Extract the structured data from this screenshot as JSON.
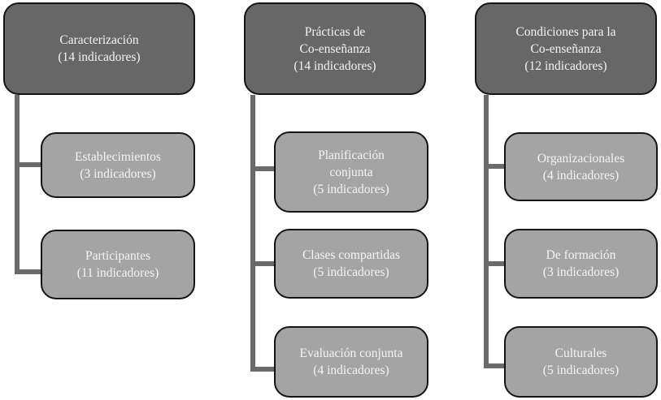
{
  "diagram": {
    "title": "Co-teaching indicators dimensions diagram",
    "colors": {
      "background": "#ffffff",
      "header_fill": "#676767",
      "child_fill": "#a4a4a4",
      "border": "#141414",
      "connector": "#6a6a6a",
      "text": "#f4f4f4"
    },
    "columns": [
      {
        "header": {
          "label": "Caracterización",
          "count": "(14 indicadores)"
        },
        "children": [
          {
            "label": "Establecimientos",
            "count": "(3 indicadores)"
          },
          {
            "label": "Participantes",
            "count": "(11 indicadores)"
          }
        ]
      },
      {
        "header": {
          "label": "Prácticas de\nCo-enseñanza",
          "count": "(14 indicadores)"
        },
        "children": [
          {
            "label": "Planificación\nconjunta",
            "count": "(5 indicadores)"
          },
          {
            "label": "Clases compartidas",
            "count": "(5 indicadores)"
          },
          {
            "label": "Evaluación conjunta",
            "count": "(4 indicadores)"
          }
        ]
      },
      {
        "header": {
          "label": "Condiciones para la\nCo-enseñanza",
          "count": "(12 indicadores)"
        },
        "children": [
          {
            "label": "Organizacionales",
            "count": "(4 indicadores)"
          },
          {
            "label": "De formación",
            "count": "(3 indicadores)"
          },
          {
            "label": "Culturales",
            "count": "(5 indicadores)"
          }
        ]
      }
    ]
  }
}
